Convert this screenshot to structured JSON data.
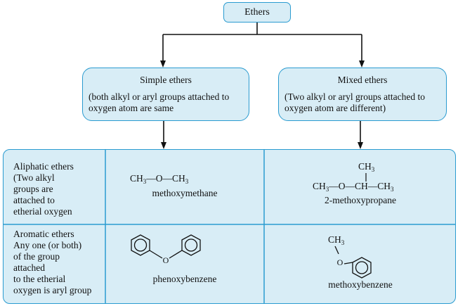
{
  "root": {
    "label": "Ethers"
  },
  "categories": [
    {
      "title": "Simple ethers",
      "desc_line1": "(both alkyl or aryl groups attached to",
      "desc_line2": "oxygen atom are same"
    },
    {
      "title": "Mixed ethers",
      "desc_line1": "(Two alkyl or aryl groups attached to",
      "desc_line2": "oxygen atom are different)"
    }
  ],
  "rows": [
    {
      "label": "Aliphatic ethers\n(Two alkyl\ngroups are\n attached to\netherial oxygen"
    },
    {
      "label": "Aromatic ethers\nAny one  (or both)\n of the group\nattached\nto the etherial\noxygen is aryl group"
    }
  ],
  "compounds": {
    "simple_aliphatic": {
      "name": "methoxymethane"
    },
    "mixed_aliphatic": {
      "name": "2-methoxypropane"
    },
    "simple_aromatic": {
      "name": "phenoxybenzene",
      "atom": "O"
    },
    "mixed_aromatic": {
      "name": "methoxybenzene",
      "atom": "O"
    }
  },
  "colors": {
    "fill": "#d8edf6",
    "border": "#2a9bd0",
    "line": "#111111"
  }
}
